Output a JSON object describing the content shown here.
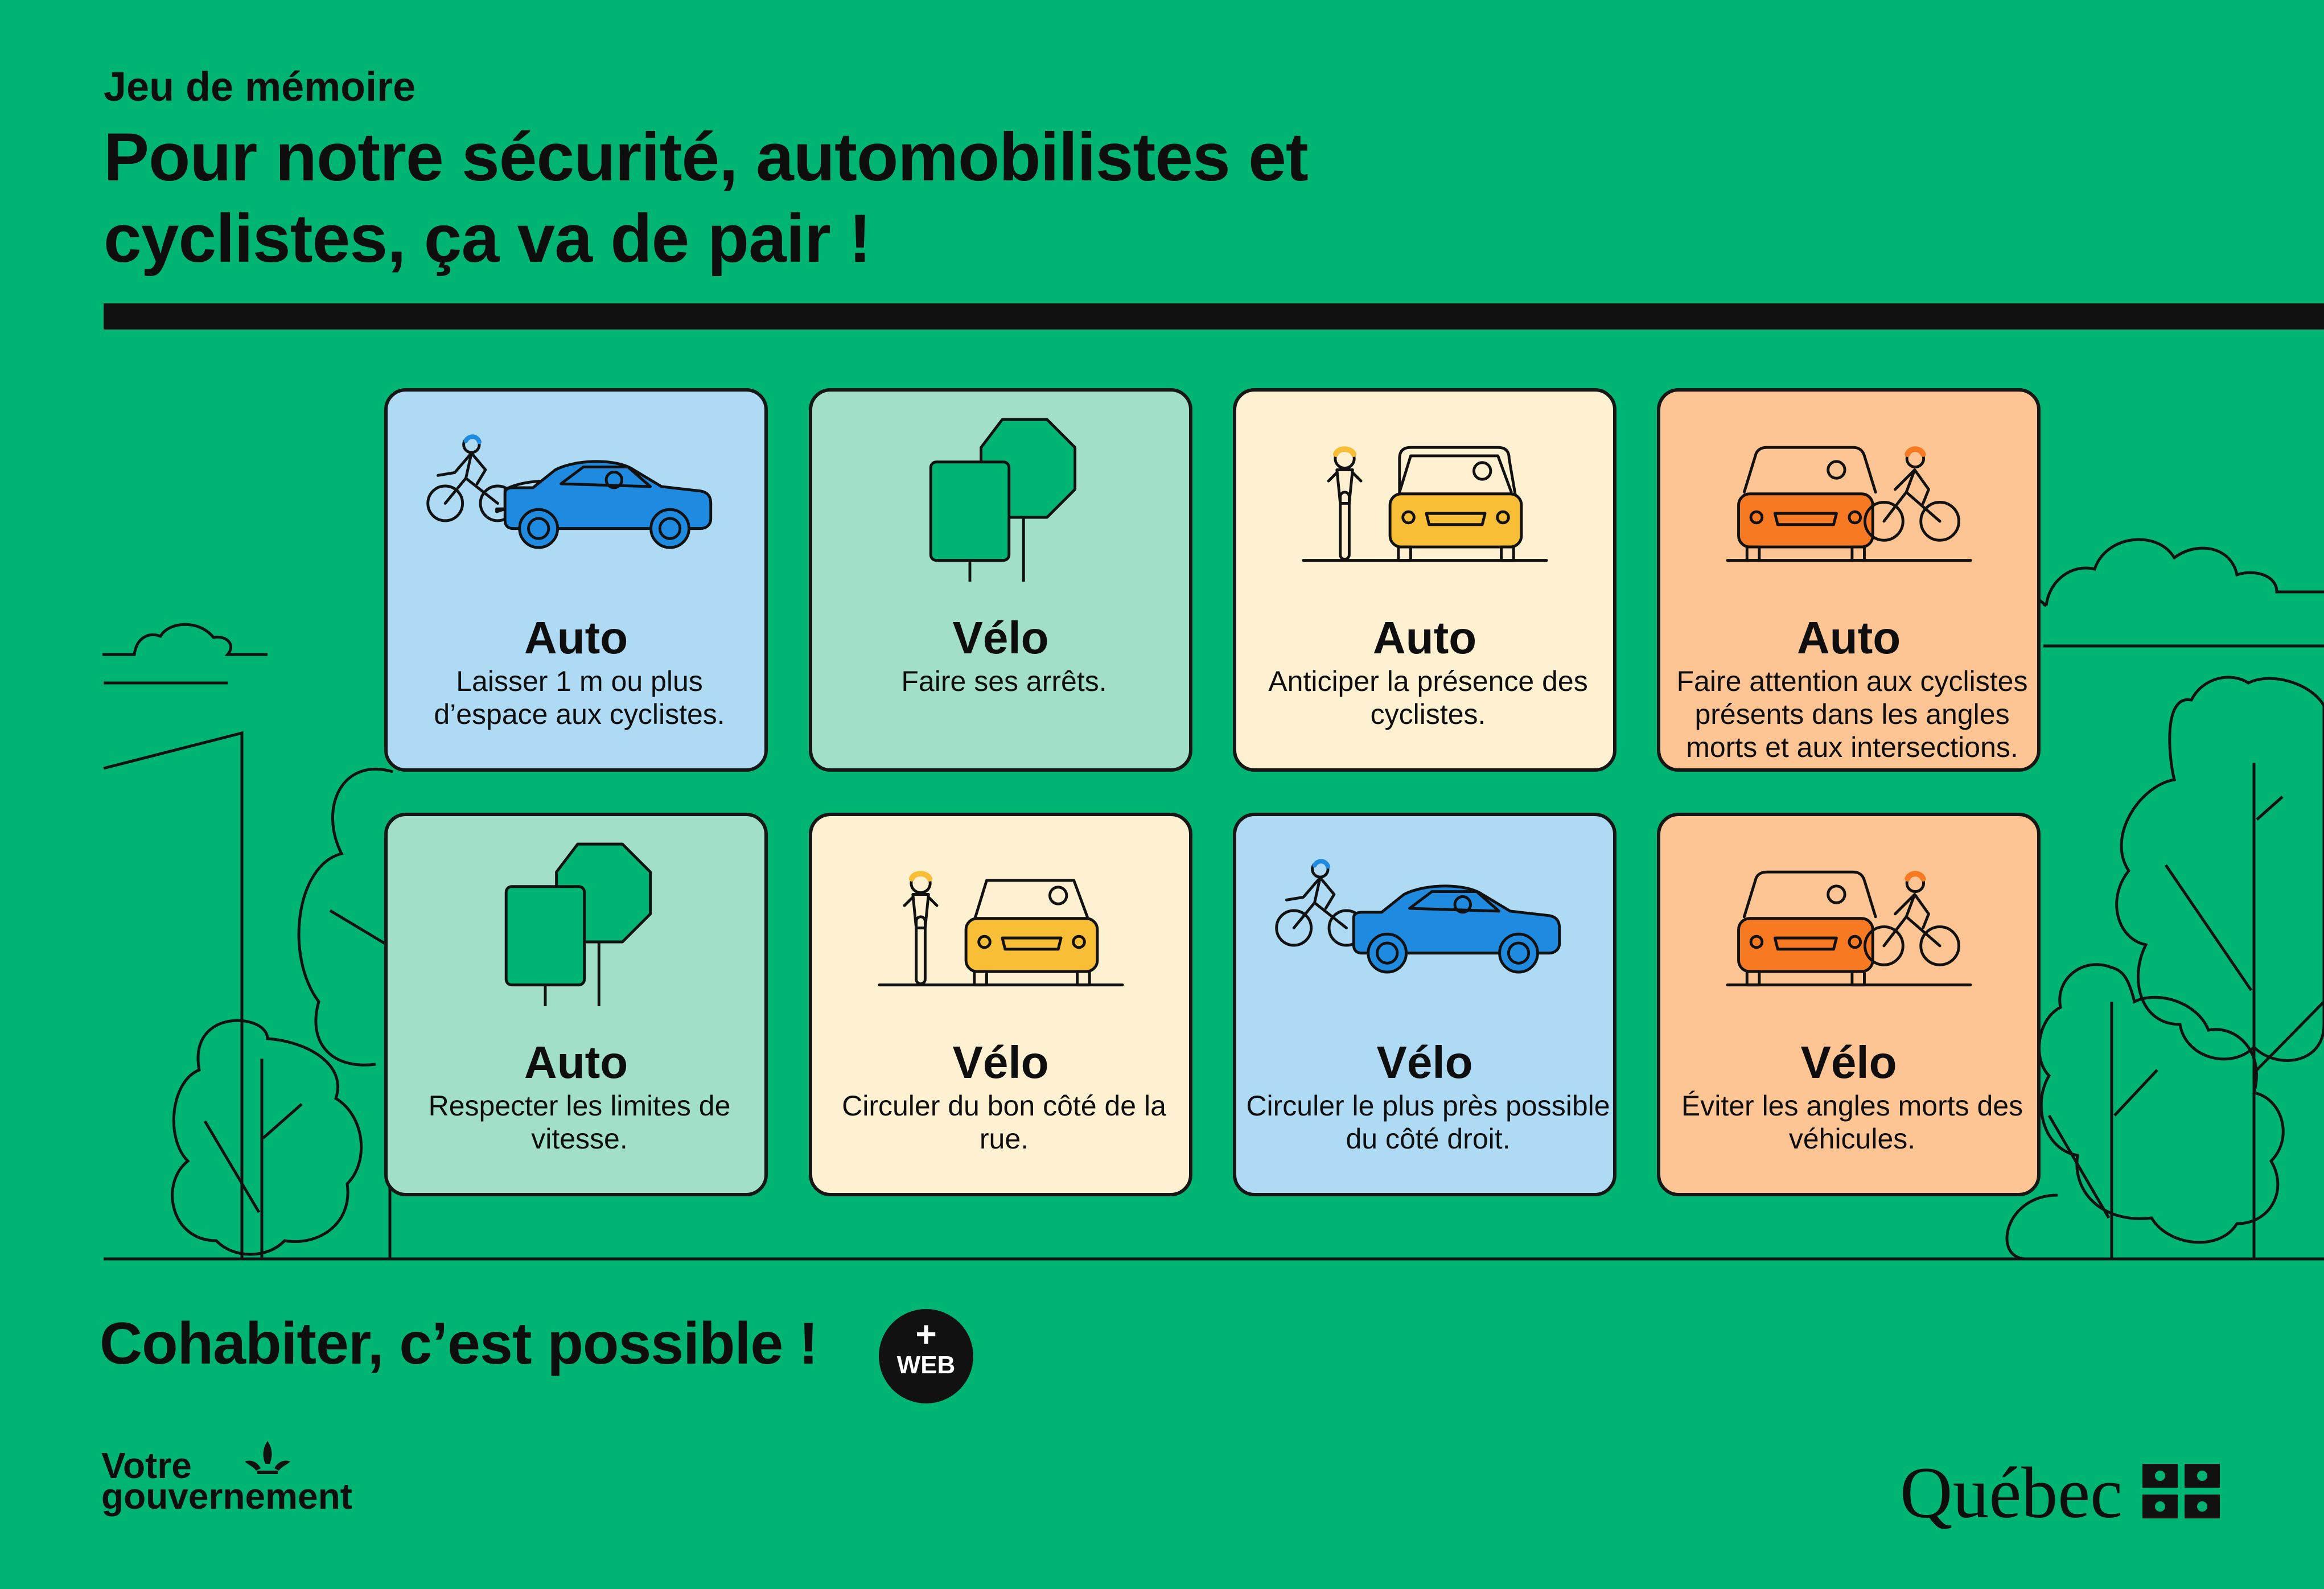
{
  "header": {
    "subtitle": "Jeu de mémoire",
    "title": "Pour notre sécurité, automobilistes et cyclistes, ça va de pair !"
  },
  "cards": [
    {
      "title": "Auto",
      "description": "Laisser 1 m ou plus d’espace aux cyclistes.",
      "color": "#AEDAF3",
      "illustration": "bike-passing-car"
    },
    {
      "title": "Vélo",
      "description": "Faire ses arrêts.",
      "color": "#A2DFC8",
      "illustration": "stop-signs"
    },
    {
      "title": "Auto",
      "description": "Anticiper la présence des cyclistes.",
      "color": "#FEF1D2",
      "illustration": "cyclist-beside-car"
    },
    {
      "title": "Auto",
      "description": "Faire attention aux cyclistes présents dans les angles morts et aux intersections.",
      "color": "#FDC593",
      "illustration": "car-cyclist-blindspot"
    },
    {
      "title": "Auto",
      "description": "Respecter les limites de vitesse.",
      "color": "#A2DFC8",
      "illustration": "stop-signs"
    },
    {
      "title": "Vélo",
      "description": "Circuler du bon côté de la rue.",
      "color": "#FEF1D2",
      "illustration": "cyclist-beside-car"
    },
    {
      "title": "Vélo",
      "description": "Circuler le plus près possible du côté droit.",
      "color": "#AEDAF3",
      "illustration": "bike-passing-car"
    },
    {
      "title": "Vélo",
      "description": "Éviter les angles morts des véhicules.",
      "color": "#FDC593",
      "illustration": "car-cyclist-blindspot"
    }
  ],
  "footer": {
    "tagline": "Cohabiter, c’est possible !",
    "web_badge_plus": "+",
    "web_badge_text": "WEB",
    "votre_line1": "Votre",
    "votre_line2": "gouvernement",
    "quebec": "Québec"
  },
  "colors": {
    "background": "#00B574",
    "ink": "#111111",
    "blue_card": "#AEDAF3",
    "mint_card": "#A2DFC8",
    "cream_card": "#FEF1D2",
    "peach_card": "#FDC593",
    "car_blue": "#1E8BE0",
    "car_yellow": "#F7BE36",
    "car_orange": "#F77A22",
    "sign_green": "#00B574"
  }
}
